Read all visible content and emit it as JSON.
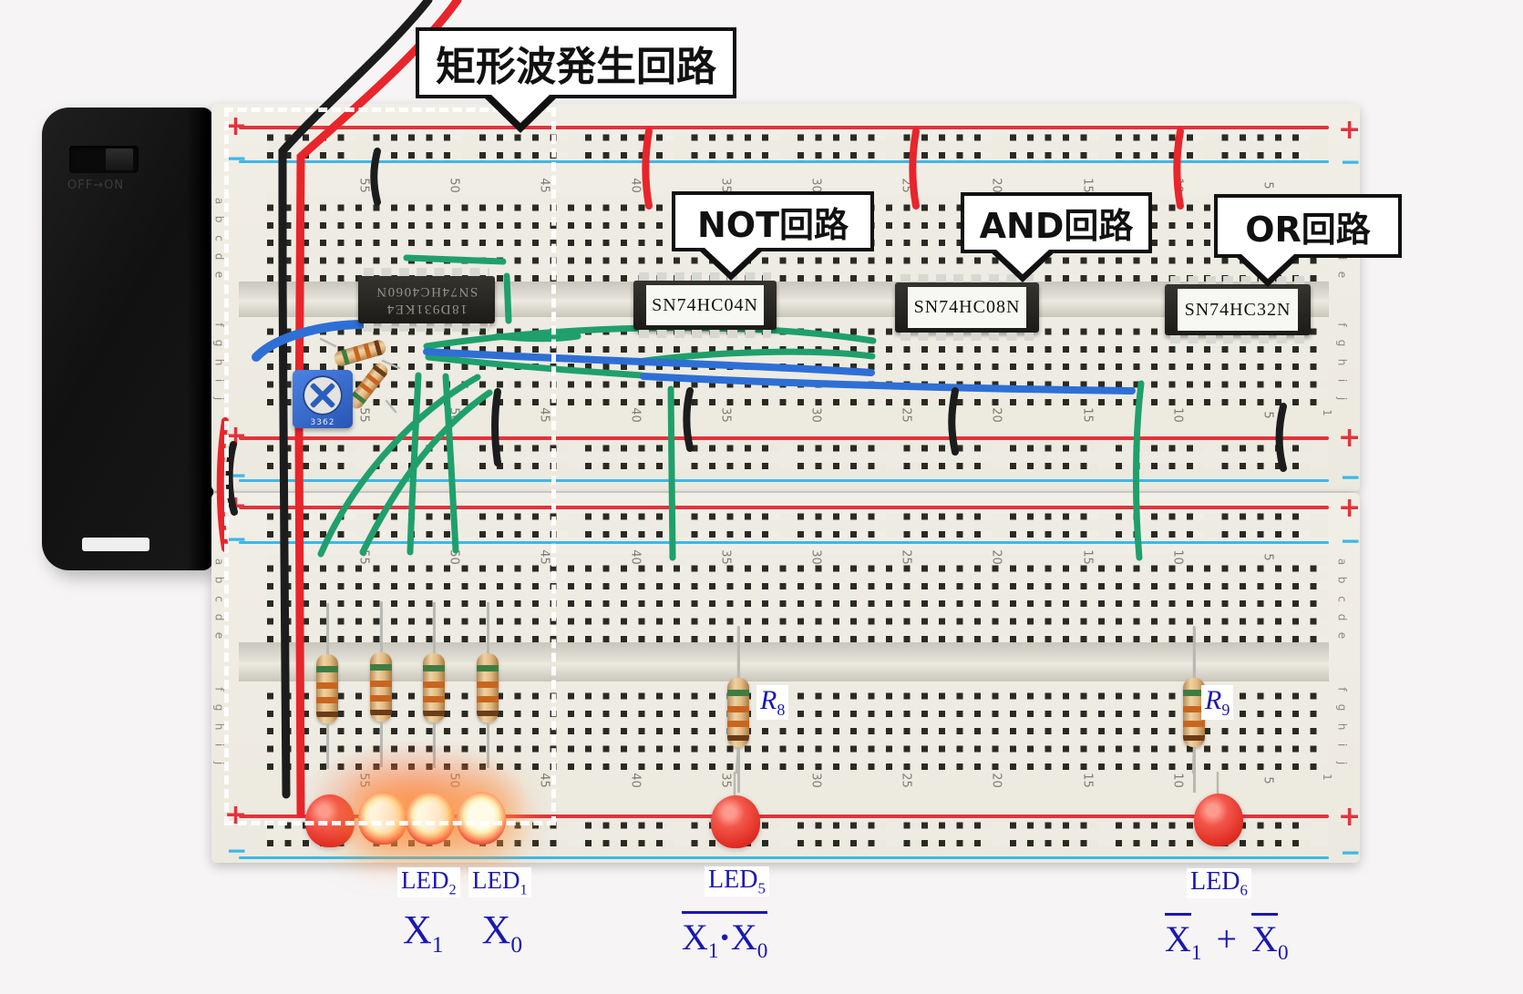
{
  "colors": {
    "rail_red": "#e2333c",
    "rail_blue": "#3cb8e8",
    "wire_green": "#1fa06b",
    "wire_blue": "#2e6fd6",
    "wire_red": "#e8252b",
    "wire_black": "#1c1c1c",
    "label_blue": "#1a18b0",
    "board": "#eeebe2",
    "hole": "#2a2a24"
  },
  "callouts": {
    "square_wave": "矩形波発生回路",
    "not_label": "NOT回路",
    "and_label": "AND回路",
    "or_label": "OR回路"
  },
  "chips": {
    "oscillator_code": "18D931KE4",
    "oscillator_part": "SN74HC4060N",
    "not_chip": "SN74HC04N",
    "and_chip": "SN74HC08N",
    "or_chip": "SN74HC32N"
  },
  "battery": {
    "switch_label": "OFF→ON"
  },
  "trimmer_label": "3362",
  "board": {
    "column_numbers": [
      "55",
      "50",
      "45",
      "40",
      "35",
      "30",
      "25",
      "20",
      "15",
      "10",
      "5"
    ],
    "row_letters_ae": [
      "a",
      "b",
      "c",
      "d",
      "e"
    ],
    "row_letters_fj": [
      "f",
      "g",
      "h",
      "i",
      "j"
    ],
    "plus": "+",
    "minus": "−",
    "row_index_1": "1"
  },
  "labels": {
    "led2_base": "LED",
    "led2_sub": "2",
    "led1_base": "LED",
    "led1_sub": "1",
    "led5_base": "LED",
    "led5_sub": "5",
    "led6_base": "LED",
    "led6_sub": "6",
    "r8_base": "R",
    "r8_sub": "8",
    "r9_base": "R",
    "r9_sub": "9",
    "x1_base": "X",
    "x1_sub": "1",
    "x0_base": "X",
    "x0_sub": "0",
    "and_expr": {
      "x1": "X",
      "x1_sub": "1",
      "dot": "·",
      "x0": "X",
      "x0_sub": "0"
    },
    "or_expr": {
      "x1": "X",
      "x1_sub": "1",
      "plus": "+",
      "x0": "X",
      "x0_sub": "0"
    }
  }
}
